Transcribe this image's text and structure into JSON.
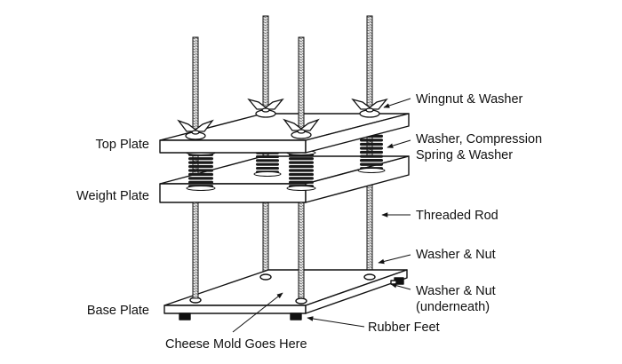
{
  "labels": {
    "top_plate": "Top Plate",
    "weight_plate": "Weight Plate",
    "base_plate": "Base Plate",
    "wingnut_washer": "Wingnut & Washer",
    "washer_spring_line1": "Washer, Compression",
    "washer_spring_line2": "Spring & Washer",
    "threaded_rod": "Threaded Rod",
    "washer_nut": "Washer & Nut",
    "washer_nut_under_line1": "Washer & Nut",
    "washer_nut_under_line2": "(underneath)",
    "rubber_feet": "Rubber Feet",
    "cheese_mold": "Cheese Mold Goes Here"
  },
  "colors": {
    "line": "#111111",
    "plate_face": "#ffffff",
    "spring": "#1a1a1a",
    "rod": "#cfcfcf"
  }
}
